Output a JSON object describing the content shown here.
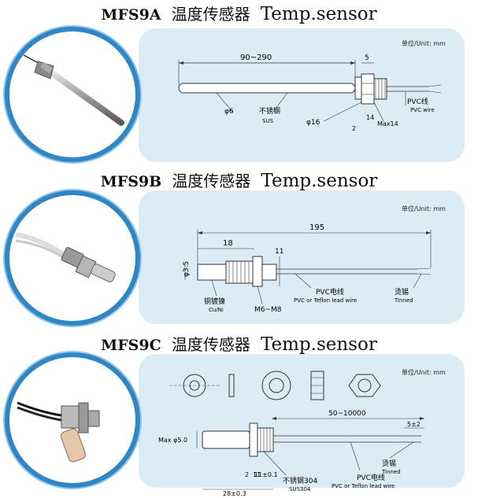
{
  "sections": [
    {
      "model": "MFS9A",
      "title_cn": "温度传感器",
      "title_en": "Temp.sensor",
      "unit": "单位/Unit: mm",
      "dims": {
        "length": "90~290",
        "five": "5",
        "phi6": "φ6",
        "material_cn": "不锈钢",
        "material_en": "SUS",
        "phi16": "φ16",
        "two": "2",
        "fourteen": "14",
        "thread": "Max14",
        "wire_cn": "PVC线",
        "wire_en": "PVC wire"
      }
    },
    {
      "model": "MFS9B",
      "title_cn": "温度传感器",
      "title_en": "Temp.sensor",
      "unit": "单位/Unit: mm",
      "dims": {
        "eighteen": "18",
        "total": "195",
        "dia": "φ3.5",
        "eleven": "11",
        "material_cn": "铜镀镍",
        "material_en": "Cu/Ni",
        "thread": "M6~M8",
        "wire_cn": "PVC电线",
        "wire_en": "PVC or Teflon lead wire",
        "tin_cn": "烫锡",
        "tin_en": "Tinned"
      }
    },
    {
      "model": "MFS9C",
      "title_cn": "温度传感器",
      "title_en": "Temp.sensor",
      "unit": "单位/Unit: mm",
      "dims": {
        "wire_len": "50~10000",
        "strip": "5±2",
        "maxdia": "Max φ5.0",
        "tin_cn": "烫锡",
        "tin_en": "Tinned",
        "wire_cn": "PVC电线",
        "wire_en": "PVC or Teflon lead wire",
        "material_cn": "不锈钢304",
        "material_en": "SUS304",
        "a": "2",
        "b": "11",
        "c": "11±0.1",
        "probe": "28±0.3"
      }
    }
  ],
  "colors": {
    "circle_border": "#2f86c5",
    "panel_bg": "#dcecf7"
  }
}
